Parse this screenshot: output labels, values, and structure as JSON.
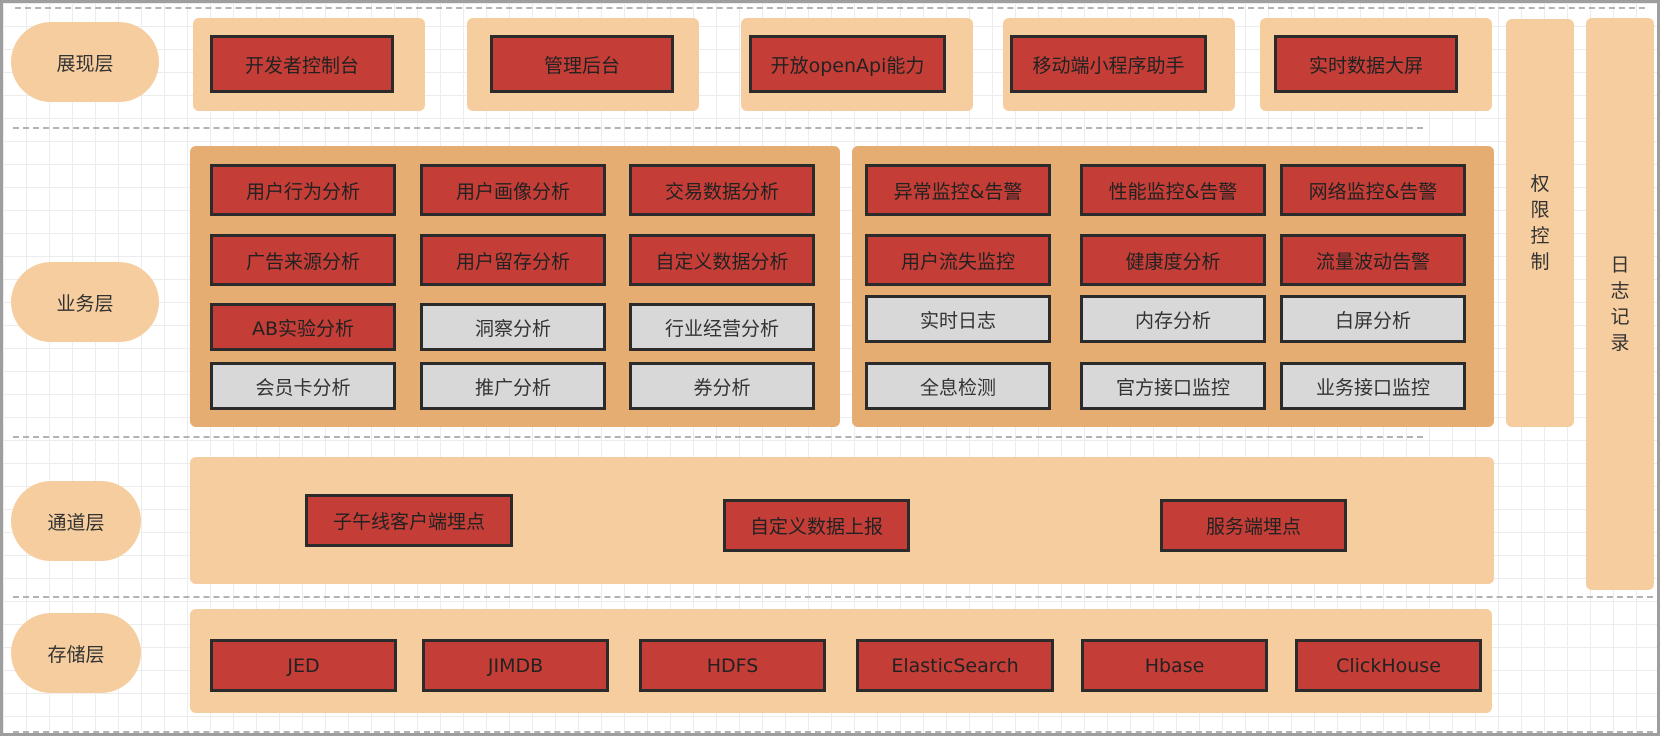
{
  "layers": {
    "presentation": "展现层",
    "business": "业务层",
    "channel": "通道层",
    "storage": "存储层"
  },
  "presentation_items": [
    {
      "label": "开发者控制台",
      "style": "red"
    },
    {
      "label": "管理后台",
      "style": "red"
    },
    {
      "label": "开放openApi能力",
      "style": "red"
    },
    {
      "label": "移动端小程序助手",
      "style": "red"
    },
    {
      "label": "实时数据大屏",
      "style": "red"
    }
  ],
  "business_analysis": [
    {
      "label": "用户行为分析",
      "style": "red"
    },
    {
      "label": "用户画像分析",
      "style": "red"
    },
    {
      "label": "交易数据分析",
      "style": "red"
    },
    {
      "label": "广告来源分析",
      "style": "red"
    },
    {
      "label": "用户留存分析",
      "style": "red"
    },
    {
      "label": "自定义数据分析",
      "style": "red"
    },
    {
      "label": "AB实验分析",
      "style": "red"
    },
    {
      "label": "洞察分析",
      "style": "grey"
    },
    {
      "label": "行业经营分析",
      "style": "grey"
    },
    {
      "label": "会员卡分析",
      "style": "grey"
    },
    {
      "label": "推广分析",
      "style": "grey"
    },
    {
      "label": "券分析",
      "style": "grey"
    }
  ],
  "business_monitoring": [
    {
      "label": "异常监控&告警",
      "style": "red"
    },
    {
      "label": "性能监控&告警",
      "style": "red"
    },
    {
      "label": "网络监控&告警",
      "style": "red"
    },
    {
      "label": "用户流失监控",
      "style": "red"
    },
    {
      "label": "健康度分析",
      "style": "red"
    },
    {
      "label": "流量波动告警",
      "style": "red"
    },
    {
      "label": "实时日志",
      "style": "grey"
    },
    {
      "label": "内存分析",
      "style": "grey"
    },
    {
      "label": "白屏分析",
      "style": "grey"
    },
    {
      "label": "全息检测",
      "style": "grey"
    },
    {
      "label": "官方接口监控",
      "style": "grey"
    },
    {
      "label": "业务接口监控",
      "style": "grey"
    }
  ],
  "channel_items": [
    {
      "label": "子午线客户端埋点",
      "style": "red"
    },
    {
      "label": "自定义数据上报",
      "style": "red"
    },
    {
      "label": "服务端埋点",
      "style": "red"
    }
  ],
  "storage_items": [
    {
      "label": "JED",
      "style": "red"
    },
    {
      "label": "JIMDB",
      "style": "red"
    },
    {
      "label": "HDFS",
      "style": "red"
    },
    {
      "label": "ElasticSearch",
      "style": "red"
    },
    {
      "label": "Hbase",
      "style": "red"
    },
    {
      "label": "ClickHouse",
      "style": "red"
    }
  ],
  "side_columns": {
    "permission": "权限控制",
    "logging": "日志记录"
  },
  "colors": {
    "panel_light": "#f6cd9e",
    "panel_dark": "#e6ad73",
    "box_red": "#c43d36",
    "box_grey": "#d8d8d8",
    "border": "#2b2b2b"
  }
}
